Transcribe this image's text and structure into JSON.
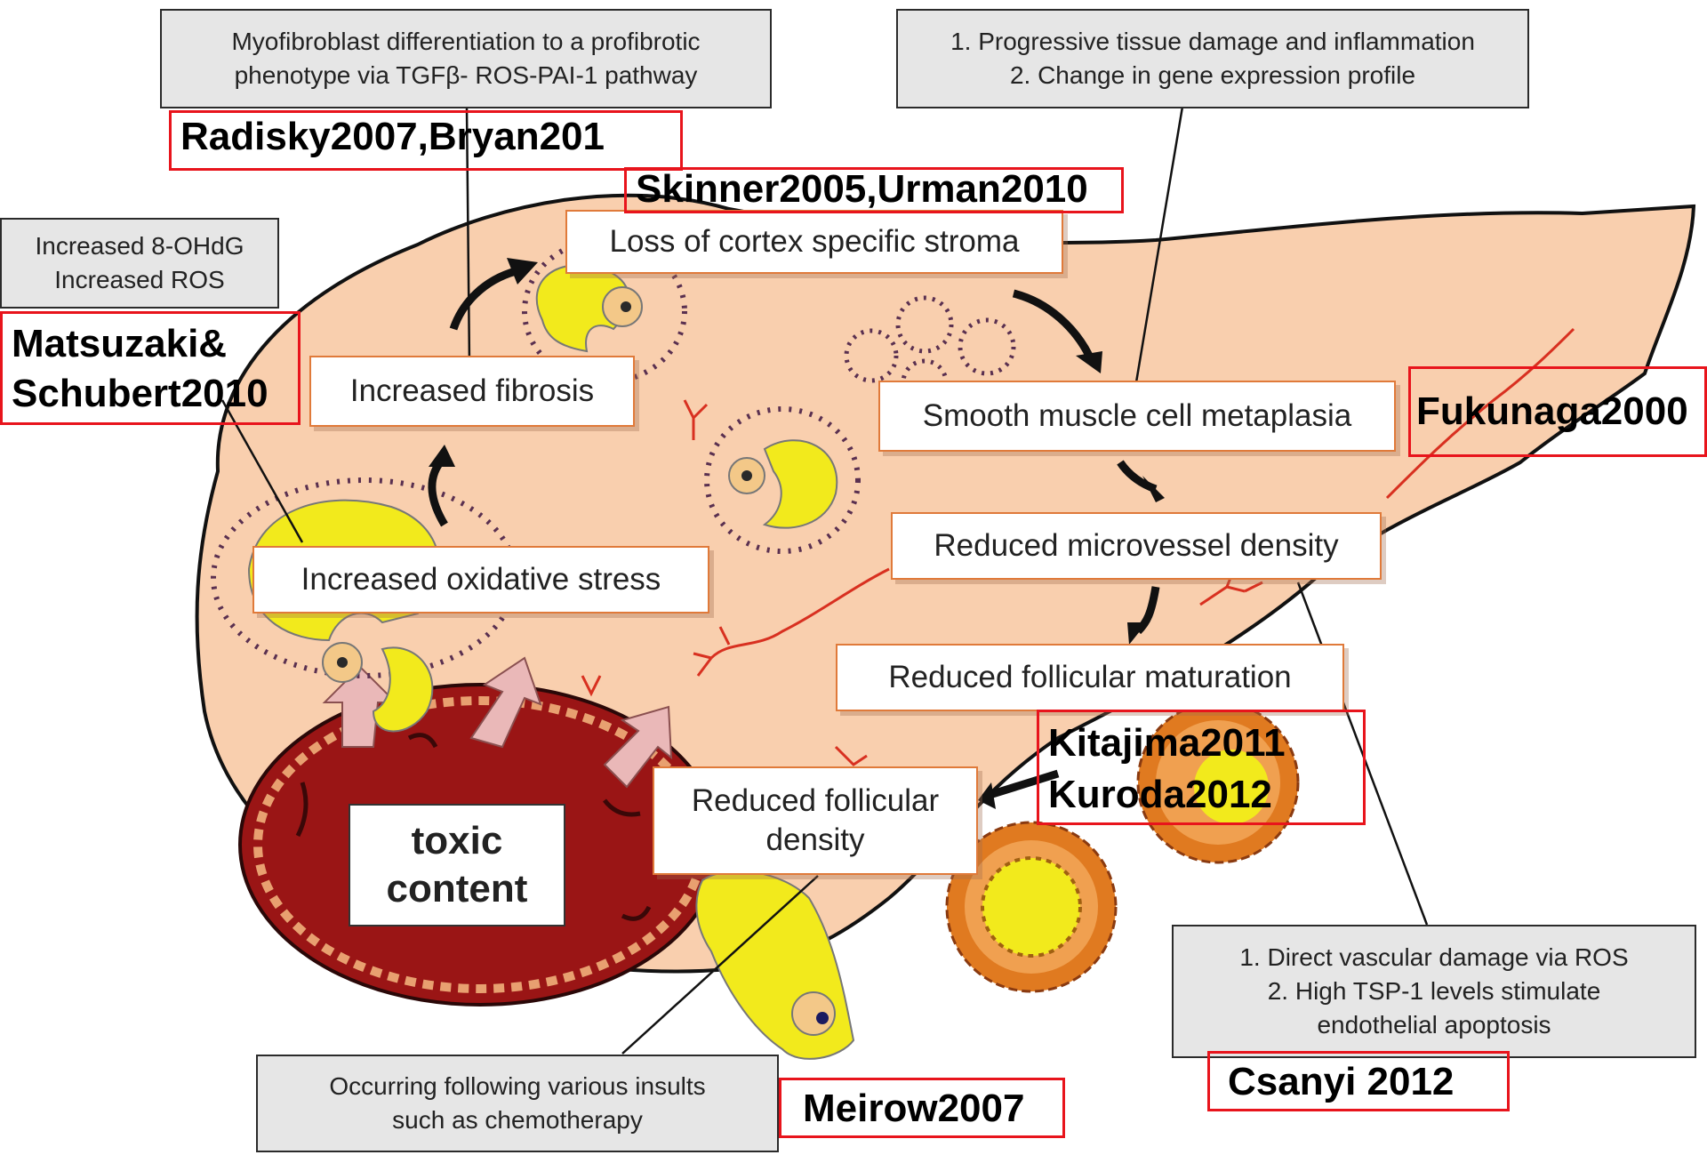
{
  "boxes": {
    "myofibroblast": [
      "Myofibroblast differentiation to a profibrotic",
      "phenotype via TGFβ- ROS-PAI-1 pathway"
    ],
    "progressive": [
      "1. Progressive tissue damage and inflammation",
      "2. Change in gene expression profile"
    ],
    "increased_8ohdg": [
      "Increased 8-OHdG",
      "Increased ROS"
    ],
    "direct_vascular": [
      "1. Direct vascular damage via ROS",
      "2. High TSP-1 levels stimulate",
      "endothelial apoptosis"
    ],
    "insults": [
      "Occurring following various insults",
      "such as chemotherapy"
    ]
  },
  "labels": {
    "loss_cortex": "Loss of cortex specific stroma",
    "increased_fibrosis": "Increased fibrosis",
    "smooth_muscle": "Smooth muscle cell metaplasia",
    "reduced_microvessel": "Reduced microvessel density",
    "increased_oxidative": "Increased oxidative stress",
    "reduced_maturation": "Reduced follicular maturation",
    "reduced_density": [
      "Reduced follicular",
      "density"
    ],
    "toxic_content": [
      "toxic",
      "content"
    ]
  },
  "references": {
    "radisky": "Radisky2007,Bryan201",
    "skinner": "Skinner2005,Urman2010",
    "matsuzaki": [
      "Matsuzaki&",
      "Schubert2010"
    ],
    "fukunaga": "Fukunaga2000",
    "kitajima": [
      "Kitajima2011",
      "Kuroda2012"
    ],
    "csanyi": "Csanyi 2012",
    "meirow": "Meirow2007"
  },
  "colors": {
    "ovary_tissue": "#f9cfae",
    "follicle_yellow": "#f2ea1c",
    "endometrioma": "#9a1515",
    "vessel_red": "#d83020",
    "reference_border": "#e8141c",
    "orange_follicle": "#e07a20"
  }
}
